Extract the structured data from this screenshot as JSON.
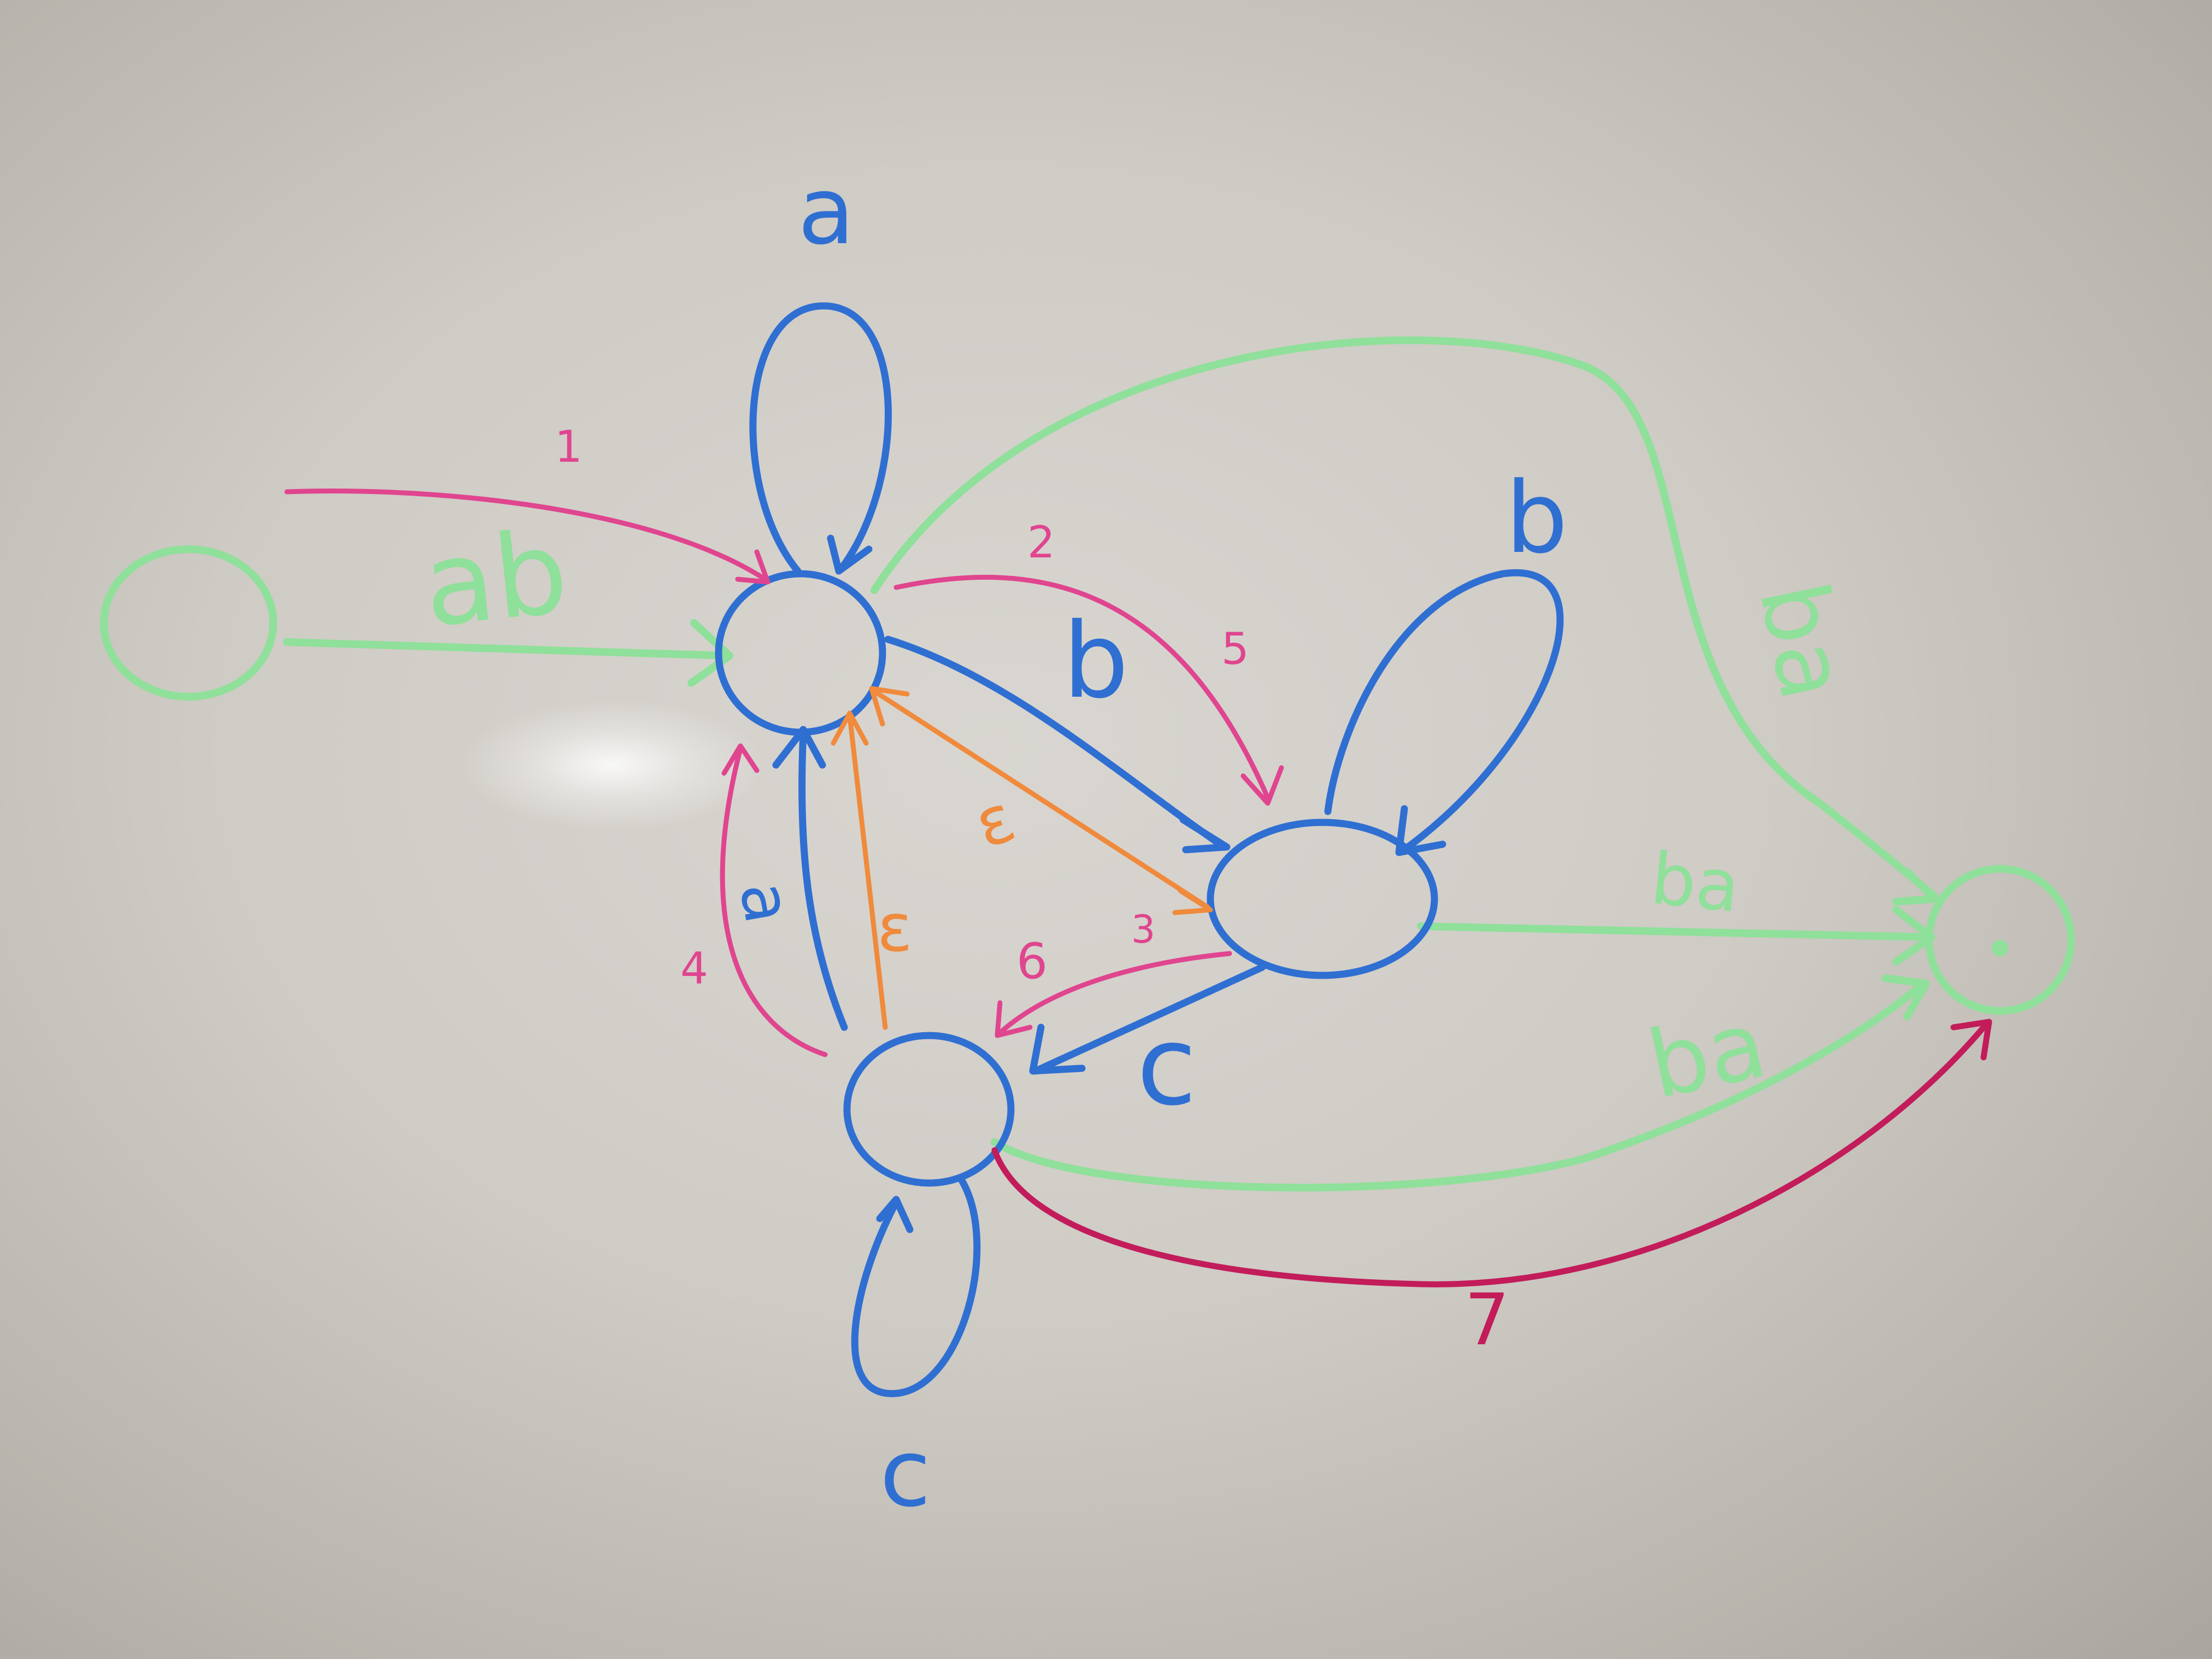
{
  "diagram": {
    "colors": {
      "blue": "#2f6fd2",
      "green": "#8fe09a",
      "pink": "#e0458f",
      "orange": "#f08a3c",
      "crimson": "#c21c5a"
    },
    "labels": {
      "edge_ab": "ab",
      "loop_a": "a",
      "loop_b": "b",
      "loop_c": "c",
      "edge_b": "b",
      "edge_c": "c",
      "edge_a": "a",
      "green_top": "ba",
      "green_mid": "ba",
      "green_bottom": "ba",
      "eps_1": "ε",
      "eps_2": "ε",
      "step_1": "1",
      "step_2": "2",
      "step_3": "3",
      "step_4": "4",
      "step_5": "5",
      "step_6": "6",
      "step_7": "7"
    }
  }
}
